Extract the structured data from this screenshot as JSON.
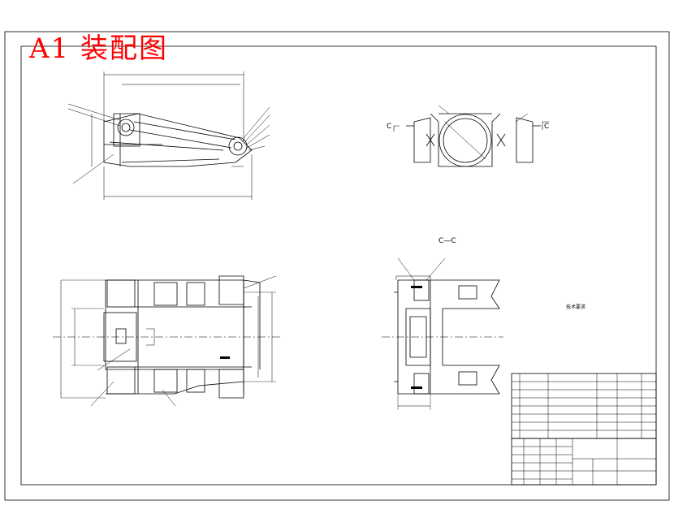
{
  "title": "A1 装配图",
  "section_marks": {
    "c_left": "C",
    "c_right": "C",
    "section_title": "C—C"
  },
  "technical_requirements": {
    "heading": "技术要求"
  },
  "colors": {
    "title": "#ff0000",
    "line": "#000000",
    "background": "#ffffff"
  }
}
